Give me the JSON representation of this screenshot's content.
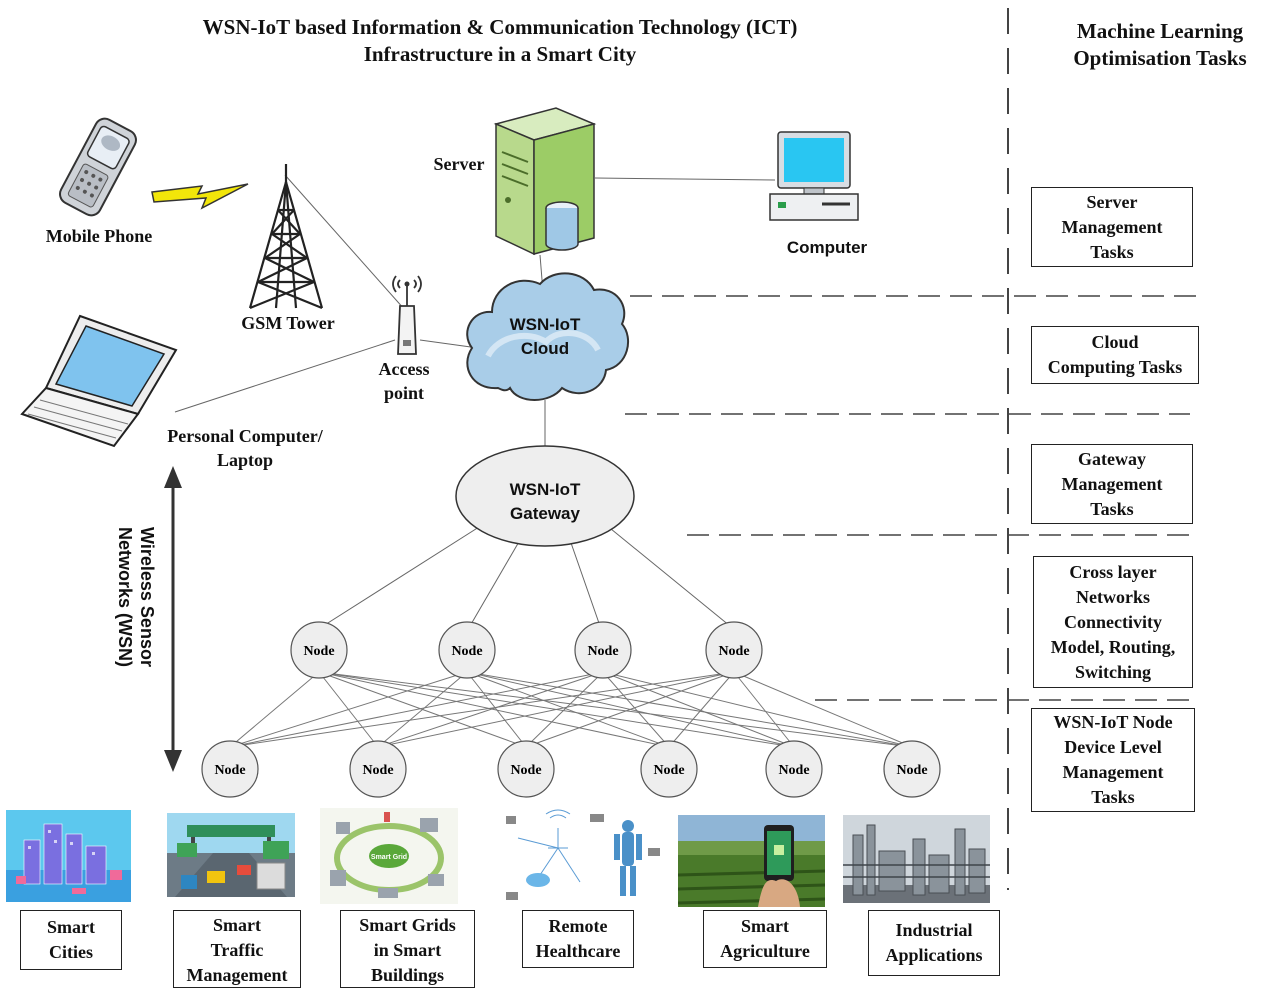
{
  "title": {
    "line1": "WSN-IoT based Information & Communication Technology (ICT)",
    "line2": "Infrastructure in a Smart City"
  },
  "side_title": {
    "line1": "Machine Learning",
    "line2": "Optimisation Tasks"
  },
  "devices": {
    "mobile_phone": "Mobile Phone",
    "gsm_tower": "GSM Tower",
    "access_point_1": "Access",
    "access_point_2": "point",
    "laptop_1": "Personal Computer/",
    "laptop_2": "Laptop",
    "server": "Server",
    "computer": "Computer"
  },
  "cloud": {
    "line1": "WSN-IoT",
    "line2": "Cloud"
  },
  "gateway": {
    "line1": "WSN-IoT",
    "line2": "Gateway"
  },
  "wsn_axis": {
    "line1": "Wireless Sensor",
    "line2": "Networks (WSN)"
  },
  "nodes": {
    "label": "Node",
    "upper_count": 4,
    "lower_count": 6
  },
  "tasks": [
    {
      "lines": [
        "Server",
        "Management",
        "Tasks"
      ]
    },
    {
      "lines": [
        "Cloud",
        "Computing Tasks"
      ]
    },
    {
      "lines": [
        "Gateway",
        "Management",
        "Tasks"
      ]
    },
    {
      "lines": [
        "Cross layer",
        "Networks",
        "Connectivity",
        "Model, Routing,",
        "Switching"
      ]
    },
    {
      "lines": [
        "WSN-IoT Node",
        "Device Level",
        "Management",
        "Tasks"
      ]
    }
  ],
  "applications": [
    {
      "lines": [
        "Smart",
        "Cities"
      ]
    },
    {
      "lines": [
        "Smart",
        "Traffic",
        "Management"
      ]
    },
    {
      "lines": [
        "Smart Grids",
        "in Smart",
        "Buildings"
      ]
    },
    {
      "lines": [
        "Remote",
        "Healthcare"
      ]
    },
    {
      "lines": [
        "Smart",
        "Agriculture"
      ]
    },
    {
      "lines": [
        "Industrial",
        "Applications"
      ]
    }
  ],
  "grid_image_label": "Smart Grid",
  "colors": {
    "line": "#555555",
    "dash": "#444444",
    "cloud": "#a9cde8",
    "node_fill": "#eeeeee",
    "server_green": "#b8d98c",
    "lightning": "#f2e60a"
  }
}
